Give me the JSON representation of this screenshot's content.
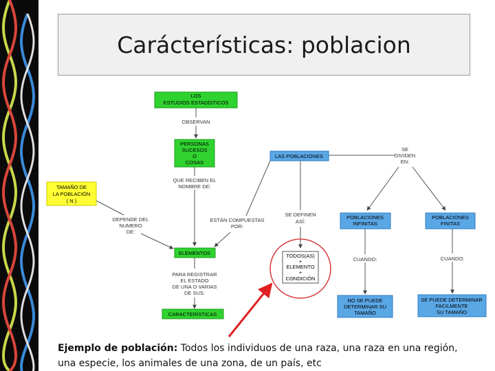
{
  "title": "Carácterísticas: poblacion",
  "colors": {
    "green": "#2fd22f",
    "yellow": "#ffff33",
    "blue": "#5aa7e6",
    "red_circle": "#d83a3a",
    "red_arrow": "#e02020"
  },
  "nodes": {
    "estudios": [
      "LOS",
      "ESTUDIOS ESTADÍSTICOS"
    ],
    "personas": [
      "PERSONAS",
      "SUCESOS",
      "O",
      "COSAS"
    ],
    "tamano": [
      "TAMAÑO DE",
      "LA POBLACIÓN",
      "( N )"
    ],
    "elementos": [
      "ELEMENTOS"
    ],
    "caracteristicas": [
      "CARACTERÍSTICAS"
    ],
    "las_poblaciones": [
      "LAS POBLACIONES"
    ],
    "infinitas": [
      "POBLACIONES",
      "INFINITAS"
    ],
    "finitas": [
      "POBLACIONES",
      "FINITAS"
    ],
    "no_determinar": [
      "NO SE PUEDE",
      "DETERMINAR SU",
      "TAMAÑO"
    ],
    "si_determinar": [
      "SE PUEDE DETERMINAR",
      "FACILMENTE",
      "SU TAMAÑO"
    ],
    "todos": [
      "TODOS(AS)",
      "+",
      "ELEMENTO",
      "+",
      "CONDICIÓN"
    ]
  },
  "links": {
    "observan": [
      "OBSERVAN"
    ],
    "que_reciben": [
      "QUE RECIBEN EL",
      "NOMBRE DE:"
    ],
    "depende": [
      "DEPENDE DEL",
      "NUMERO",
      "DE:"
    ],
    "estan_compuestas": [
      "ESTÁN COMPUESTAS",
      "POR:"
    ],
    "se_definen": [
      "SE DEFINEN",
      "ASÍ:"
    ],
    "se_dividen": [
      "SE",
      "DIVIDEN",
      "EN:"
    ],
    "para_registrar": [
      "PARA REGISTRAR",
      "EL ESTADO",
      "DE UNA O VARIAS",
      "DE SUS:"
    ],
    "cuando_1": [
      "CUANDO:"
    ],
    "cuando_2": [
      "CUANDO:"
    ]
  },
  "caption": {
    "label": "Ejemplo de población:",
    "text": " Todos los individuos de una raza, una raza en una región, una especie, los animales de una zona, de un país, etc"
  }
}
